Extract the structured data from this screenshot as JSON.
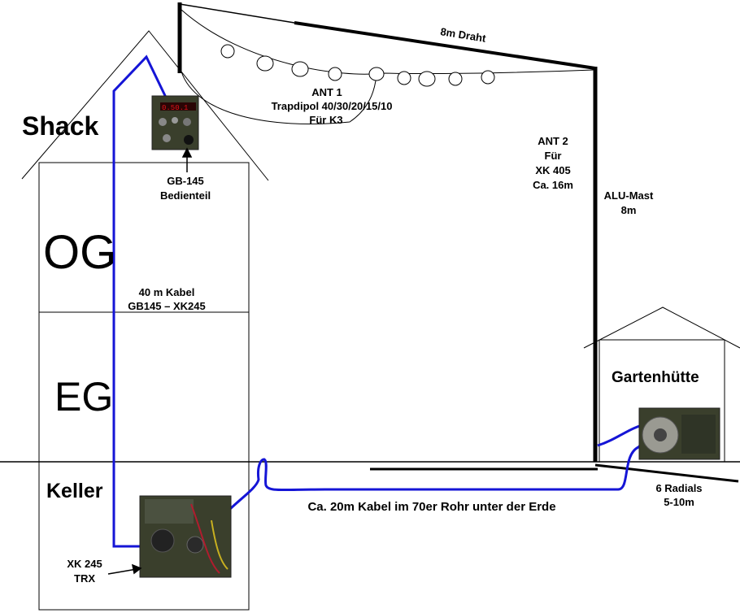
{
  "rooms": {
    "shack": "Shack",
    "og": "OG",
    "eg": "EG",
    "keller": "Keller",
    "gartenhuette": "Gartenhütte"
  },
  "antennas": {
    "wire_label": "8m Draht",
    "ant1": [
      "ANT 1",
      "Trapdipol 40/30/20/15/10",
      "Für K3"
    ],
    "ant2": [
      "ANT 2",
      "Für",
      "XK 405",
      "Ca. 16m"
    ],
    "mast": [
      "ALU-Mast",
      "8m"
    ]
  },
  "devices": {
    "gb145": [
      "GB-145",
      "Bedienteil"
    ],
    "xk245": [
      "XK 245",
      "TRX"
    ]
  },
  "cables": {
    "indoor": [
      "40 m Kabel",
      "GB145 – XK245"
    ],
    "underground": "Ca. 20m Kabel im 70er Rohr unter der Erde",
    "radials": [
      "6 Radials",
      "5-10m"
    ]
  },
  "colors": {
    "cable": "#1515d6",
    "line": "#000000",
    "device_body": "#3a4030",
    "display": "#e0141a"
  }
}
